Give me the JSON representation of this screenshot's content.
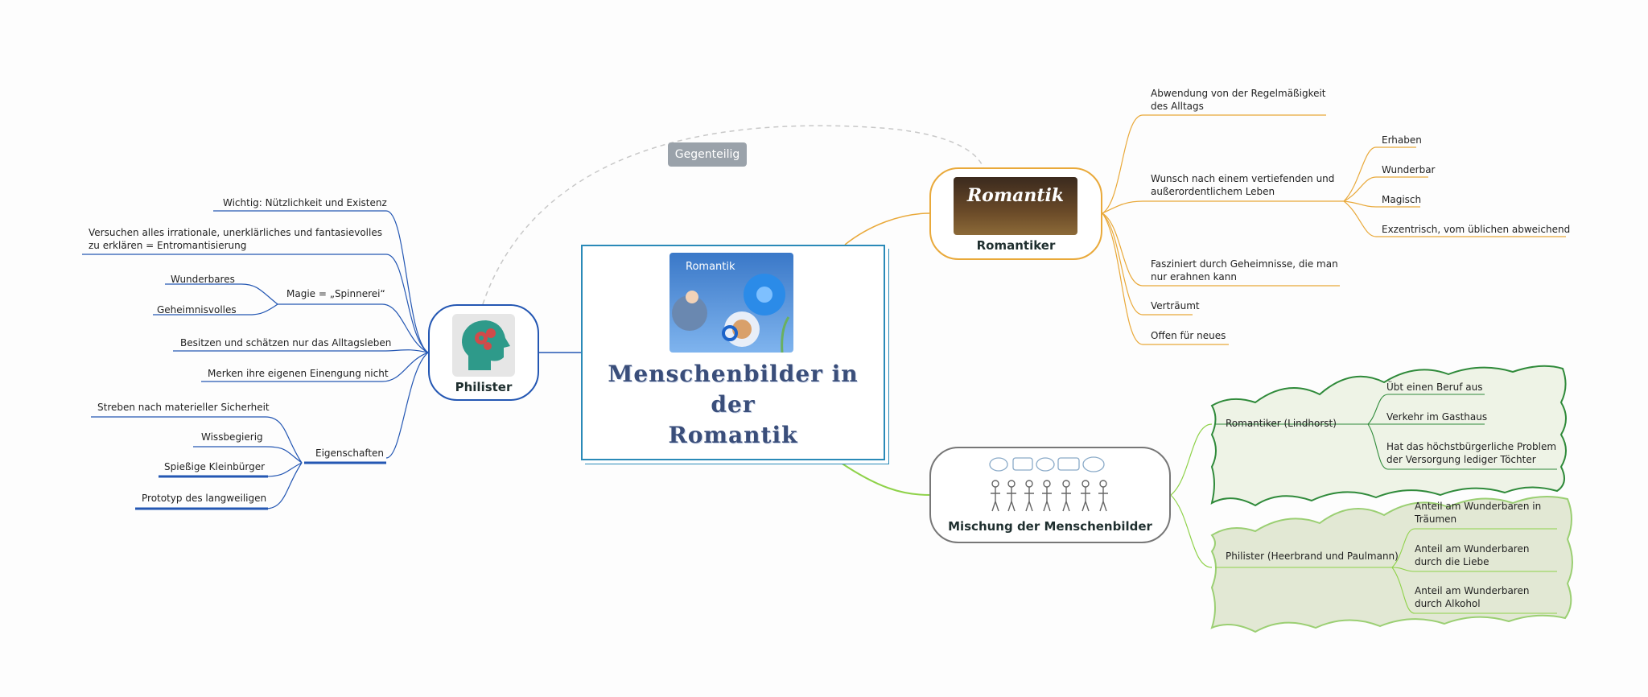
{
  "central": {
    "title": "Menschenbilder  in der Romantik",
    "title_lines": [
      "Menschenbilder  in",
      "der",
      "Romantik"
    ],
    "image_caption": "Romantik"
  },
  "relation": {
    "label": "Gegenteilig"
  },
  "romantiker": {
    "title": "Romantiker",
    "image_text": "Romantik",
    "branches": [
      {
        "text": "Abwendung von der Regelmäßigkeit des Alltags"
      },
      {
        "text": "Wunsch nach einem vertiefenden und außerordentlichem Leben",
        "children": [
          "Erhaben",
          "Wunderbar",
          "Magisch",
          "Exzentrisch, vom üblichen abweichend"
        ]
      },
      {
        "text": "Fasziniert durch Geheimnisse, die man nur erahnen kann"
      },
      {
        "text": "Verträumt"
      },
      {
        "text": "Offen für neues"
      }
    ]
  },
  "philister": {
    "title": "Philister",
    "branches": [
      {
        "text": "Wichtig: Nützlichkeit und Existenz"
      },
      {
        "text": "Versuchen alles irrationale, unerklärliches und fantasievolles zu erklären = Entromantisierung"
      },
      {
        "text": "Magie = „Spinnerei“",
        "children": [
          "Wunderbares",
          "Geheimnisvolles"
        ]
      },
      {
        "text": "Besitzen und schätzen nur das Alltagsleben"
      },
      {
        "text": "Merken ihre eigenen Einengung nicht"
      },
      {
        "text": "Eigenschaften",
        "children": [
          "Streben nach materieller Sicherheit",
          "Wissbegierig",
          "Spießige Kleinbürger",
          "Prototyp des langweiligen"
        ]
      }
    ]
  },
  "mischung": {
    "title": "Mischung der Menschenbilder",
    "branches": [
      {
        "text": "Romantiker (Lindhorst)",
        "children": [
          "Übt einen Beruf aus",
          "Verkehr im Gasthaus",
          "Hat das höchstbürgerliche Problem der Versorgung lediger Töchter"
        ]
      },
      {
        "text": "Philister (Heerbrand und Paulmann)",
        "children": [
          "Anteil am Wunderbaren in Träumen",
          "Anteil am Wunderbaren durch die Liebe",
          "Anteil am Wunderbaren durch Alkohol"
        ]
      }
    ]
  },
  "colors": {
    "orange": "#e9a93a",
    "blue": "#2457b3",
    "green": "#8fd24a",
    "dark_green": "#2f8a3a",
    "gray": "#777777"
  }
}
